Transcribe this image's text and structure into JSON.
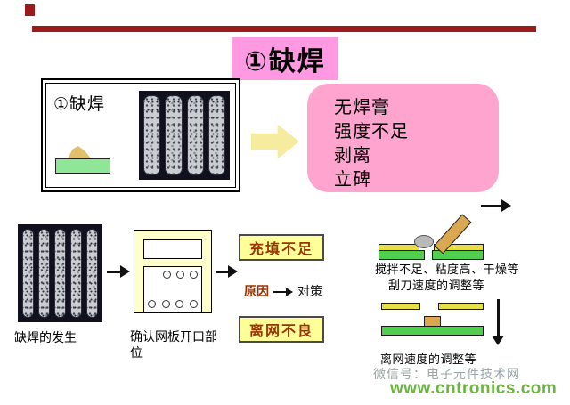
{
  "slide": {
    "title": "①缺焊"
  },
  "overview_box": {
    "label": "①缺焊"
  },
  "result_box": {
    "lines": [
      "无焊膏",
      "强度不足",
      "剥离",
      "立碑"
    ]
  },
  "flow": {
    "caption_occurrence": "缺焊的发生",
    "caption_stencil": "确认网板开口部位",
    "cause_label": "原因",
    "countermeasure_label": "对策",
    "branch_fill": {
      "label": "充填不足",
      "cause": "搅拌不足、粘度高、干燥等",
      "countermeasure": "刮刀速度的调整等"
    },
    "branch_release": {
      "label": "离网不良",
      "countermeasure": "离网速度的调整等"
    }
  },
  "watermark": {
    "wechat": "微信号：电子元件技术网",
    "site": "www.cntronics.com"
  },
  "colors": {
    "accent_bar": "#9B1B1B",
    "title_highlight": "#FF99E1",
    "result_box_fill": "#FFA3CF",
    "tag_fill": "#FFFF99",
    "tag_text": "#993300",
    "stencil_box_fill": "#FFFFCC",
    "pcb_green": "#4FCE4F",
    "stencil_yellow": "#E8DE45",
    "watermark_green": "#6CB33F"
  }
}
